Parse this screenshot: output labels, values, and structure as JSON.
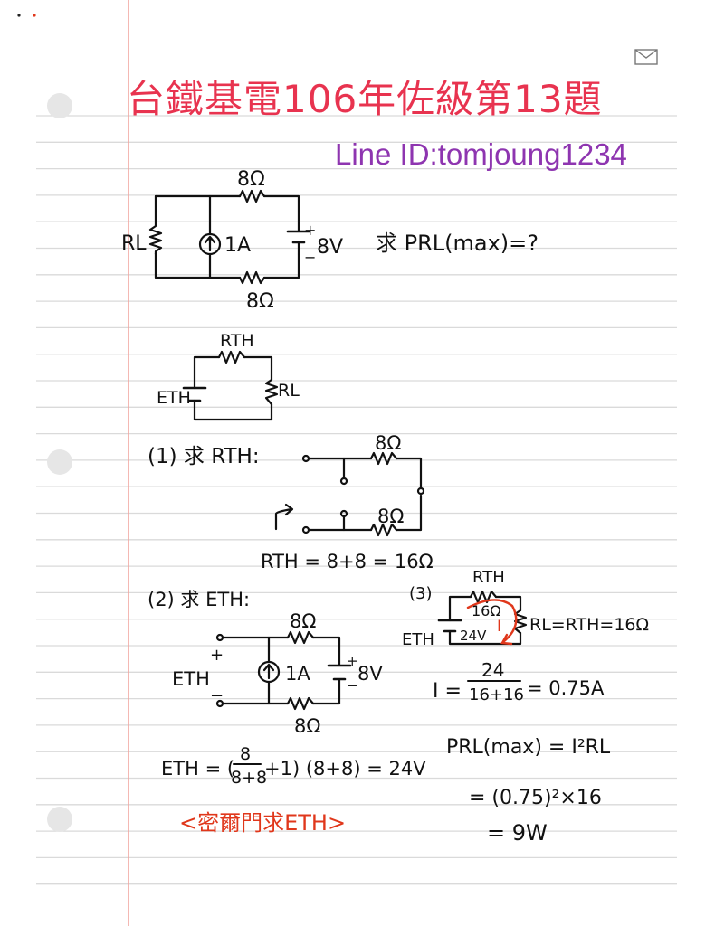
{
  "page": {
    "title": "台鐵基電106年佐級第13題",
    "line_id": "Line ID:tomjoung1234"
  },
  "icons": {
    "mail": "envelope-icon"
  },
  "colors": {
    "title": "#e8334f",
    "line_id": "#8e35b0",
    "margin_line": "#f2a6a0",
    "rule_line": "#d9d9d9",
    "ink": "#111111",
    "annotation": "#e0371b"
  },
  "circuit1": {
    "r_top": "8Ω",
    "r_bottom": "8Ω",
    "load": "RL",
    "source_current": "1A",
    "source_voltage": "8V",
    "plus": "+",
    "minus": "−",
    "question": "求 PRL(max)=?"
  },
  "thevenin": {
    "rth": "RTH",
    "eth": "ETH",
    "rl": "RL"
  },
  "step1": {
    "heading": "(1) 求 RTH:",
    "r_top": "8Ω",
    "r_bottom": "8Ω",
    "result": "RTH = 8+8 = 16Ω"
  },
  "step2": {
    "heading": "(2) 求 ETH:",
    "eth": "ETH",
    "plus": "+",
    "minus": "−",
    "r_top": "8Ω",
    "r_bottom": "8Ω",
    "source_current": "1A",
    "source_voltage": "8V",
    "plus2": "+",
    "minus2": "−",
    "eq_lhs": "ETH = (",
    "eq_num": "8",
    "eq_den": "8+8",
    "eq_rest": "+1) (8+8) = 24V",
    "note": "<密爾門求ETH>"
  },
  "step3": {
    "heading": "(3)",
    "rth": "RTH",
    "rth_value": "16Ω",
    "eth": "ETH",
    "eth_value": "24V",
    "current_label": "I",
    "rl_eq": "RL=RTH=16Ω",
    "i_lhs": "I =",
    "i_num": "24",
    "i_den": "16+16",
    "i_rhs": "= 0.75A",
    "p_line1": "PRL(max) = I²RL",
    "p_line2": "= (0.75)²×16",
    "p_line3": "= 9W"
  }
}
